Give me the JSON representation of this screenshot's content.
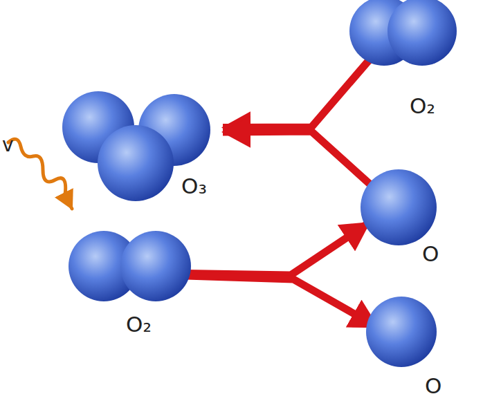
{
  "diagram": {
    "nodes": [
      {
        "text": [
          "O₂"
        ]
      },
      {
        "text": [
          "O₃"
        ]
      },
      {
        "text": [
          "O"
        ]
      },
      {
        "text": [
          "O₂"
        ]
      },
      {
        "text": [
          "O"
        ]
      }
    ],
    "edges": [
      {
        "from": 0,
        "to": 1,
        "arrow": "to"
      },
      {
        "from": 2,
        "to": 1,
        "arrow": "to"
      },
      {
        "from": 3,
        "to": 2,
        "arrow": "to"
      },
      {
        "from": 3,
        "to": 4,
        "arrow": "to"
      }
    ],
    "labels": [
      "v"
    ]
  }
}
